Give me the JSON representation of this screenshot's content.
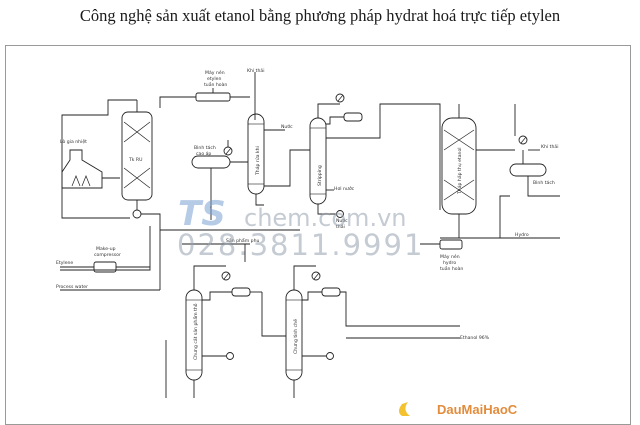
{
  "title": "Công nghệ sản xuất etanol bằng phương pháp hydrat hoá trực tiếp etylen",
  "labels": {
    "furnace": "Lò gia nhiệt",
    "reactor": "Tk RU",
    "recycle_compressor": [
      "Máy nén",
      "etylen",
      "tuần hoàn"
    ],
    "vent_top": "Khí thải",
    "water_in": "Nước",
    "separator": [
      "Bình tách",
      "cao áp"
    ],
    "scrubber": "Tháp rửa khí",
    "stripper": "Stripping",
    "steam": "Hơi nước",
    "water_out": [
      "Nước",
      "thải"
    ],
    "absorber": "Tháp hấp thụ etanol",
    "vent_right": "Khí thải",
    "sep_right": "Bình tách",
    "hydro": "Hydro",
    "h2_compressor": [
      "Máy nén",
      "hydro",
      "tuần hoàn"
    ],
    "ethylene_in": "Etylene",
    "makeup": [
      "Make-up",
      "compressor"
    ],
    "process_water": "Process water",
    "by_product": "Sản phẩm phụ",
    "col1": "Chưng cất sản phẩm thô",
    "col2": "Chưng tinh chế",
    "ethanol_out": "Ethanol 96%"
  },
  "watermark": {
    "logo": "TS",
    "site": "chem.com.vn",
    "phone": "028.3811.9991"
  },
  "footer": "DauMaiHaoC"
}
